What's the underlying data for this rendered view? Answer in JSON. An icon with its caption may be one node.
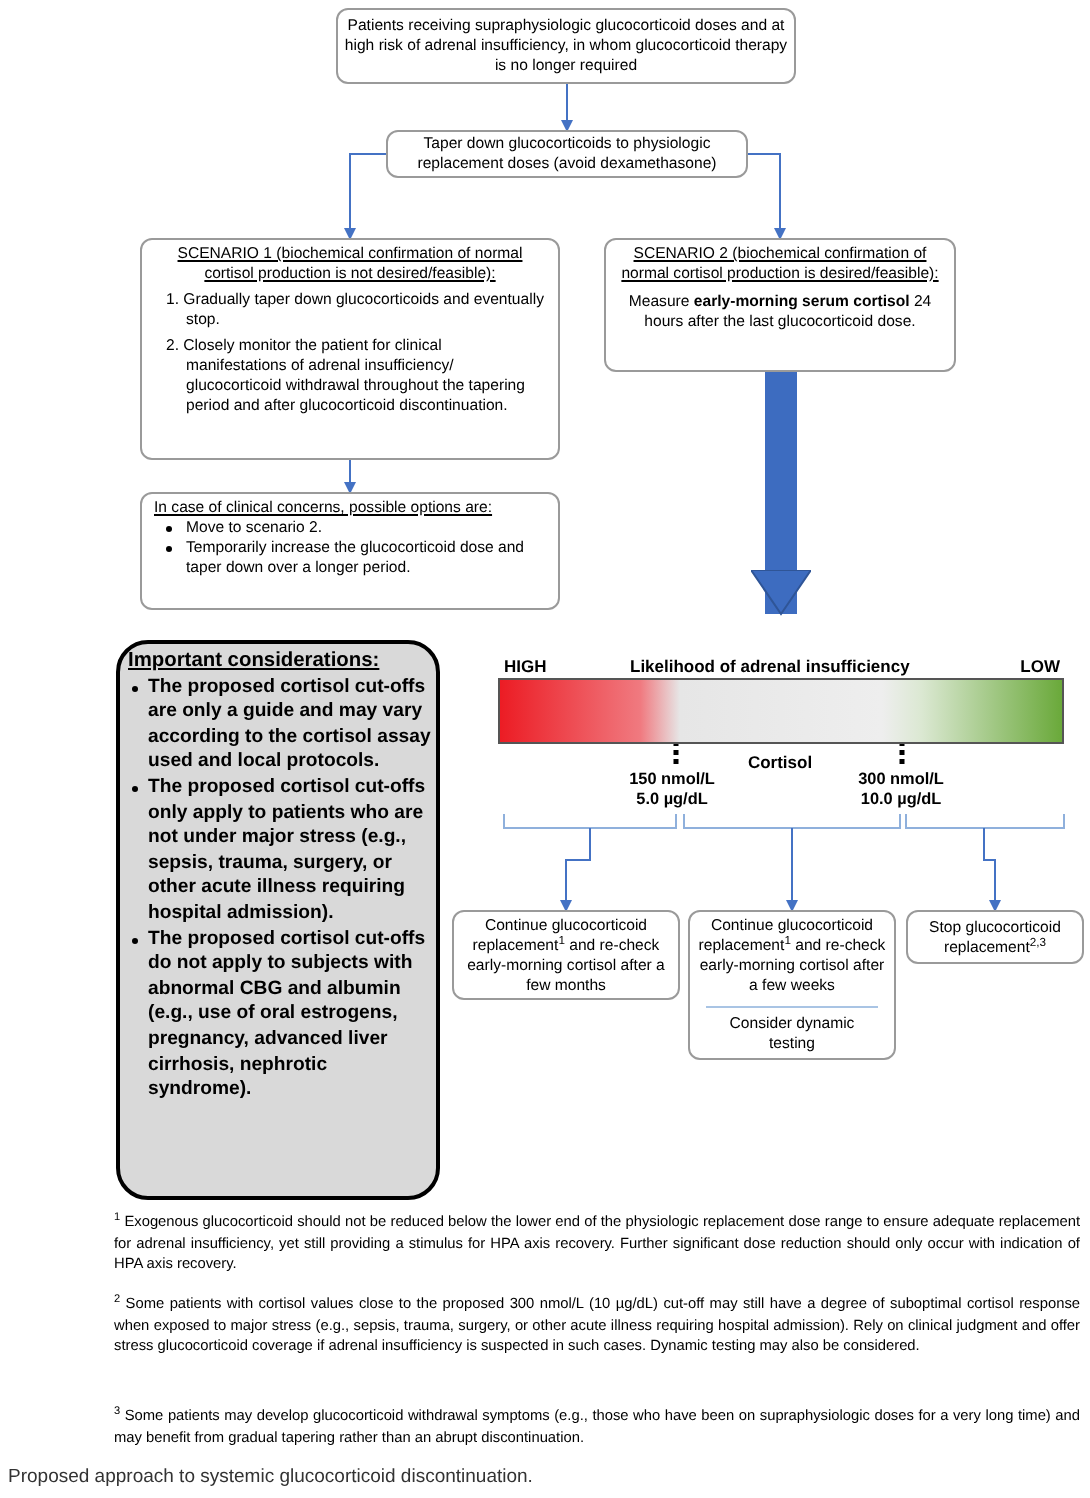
{
  "diagram": {
    "caption": "Proposed approach to systemic glucocorticoid discontinuation.",
    "nodes": [
      {
        "text": [
          "Patients receiving supraphysiologic glucocorticoid doses and at high risk of adrenal insufficiency, in whom glucocorticoid therapy is no longer required"
        ]
      },
      {
        "text": [
          "Taper down glucocorticoids to physiologic replacement doses (avoid dexamethasone)"
        ]
      },
      {
        "text": [
          "SCENARIO 1 (biochemical confirmation of normal cortisol production is not desired/feasible):",
          "1. Gradually taper down glucocorticoids and eventually stop.",
          "2. Closely monitor the patient for clinical manifestations of adrenal insufficiency/ glucocorticoid withdrawal throughout the tapering period and after glucocorticoid discontinuation."
        ]
      },
      {
        "text": [
          "SCENARIO 2 (biochemical confirmation of normal cortisol production is desired/feasible):",
          "Measure **early-morning serum cortisol** 24 hours after the last glucocorticoid dose."
        ]
      },
      {
        "text": [
          "In case of clinical concerns, possible options are:",
          "Move to scenario 2.",
          "Temporarily increase the glucocorticoid dose and taper down over a longer period."
        ]
      },
      {
        "text": [
          "HIGH",
          "Likelihood of adrenal insufficiency",
          "LOW"
        ]
      },
      {
        "text": [
          "Continue glucocorticoid replacement$^{1}$ and re-check early-morning cortisol after a few months"
        ]
      },
      {
        "text": [
          "Continue glucocorticoid replacement$^{1}$ and re-check early-morning cortisol after a few weeks",
          "Consider dynamic testing"
        ]
      },
      {
        "text": [
          "Stop glucocorticoid replacement$^{2,3}$"
        ]
      },
      {
        "text": [
          "Important considerations:",
          "The proposed cortisol cut-offs are only a guide and may vary according to the cortisol assay used and local protocols.",
          "The proposed cortisol cut-offs only apply to patients who are not under major stress (e.g., sepsis, trauma, surgery, or other acute illness requiring hospital admission).",
          "The proposed cortisol cut-offs do not apply to subjects with abnormal CBG and albumin (e.g., use of oral estrogens, pregnancy, advanced liver cirrhosis, nephrotic syndrome)."
        ]
      }
    ],
    "edges": [
      {
        "from": 0,
        "to": 1,
        "arrow": "to"
      },
      {
        "from": 1,
        "to": 2,
        "arrow": "to"
      },
      {
        "from": 1,
        "to": 3,
        "arrow": "to"
      },
      {
        "from": 2,
        "to": 4,
        "arrow": "to"
      },
      {
        "from": 3,
        "to": 5,
        "arrow": "to",
        "style": "thick"
      },
      {
        "from": null,
        "to": 6,
        "arrow": "to"
      },
      {
        "from": null,
        "to": 7,
        "arrow": "to"
      },
      {
        "from": null,
        "to": 8,
        "arrow": "to"
      }
    ],
    "labels": [
      "Cortisol",
      "150 nmol/L 5.0 µg/dL",
      "300 nmol/L 10.0 µg/dL",
      "$^{1}$ Exogenous glucocorticoid should not be reduced below the lower end of the physiologic replacement dose range to ensure adequate replacement for adrenal insufficiency, yet still providing a stimulus for HPA axis recovery. Further significant dose reduction should only occur with indication of HPA axis recovery.",
      "$^{2}$ Some patients with cortisol values close to the proposed 300 nmol/L (10 µg/dL) cut-off may still have a degree of suboptimal cortisol response when exposed to major stress (e.g., sepsis, trauma, surgery, or other acute illness requiring hospital admission). Rely on clinical judgment and offer stress glucocorticoid coverage if adrenal insufficiency is suspected in such cases. Dynamic testing may also be considered.",
      "$^{3}$ Some patients may develop glucocorticoid withdrawal symptoms (e.g., those who have been on supraphysiologic doses for a very long time) and may benefit from gradual tapering rather than an abrupt discontinuation."
    ]
  }
}
